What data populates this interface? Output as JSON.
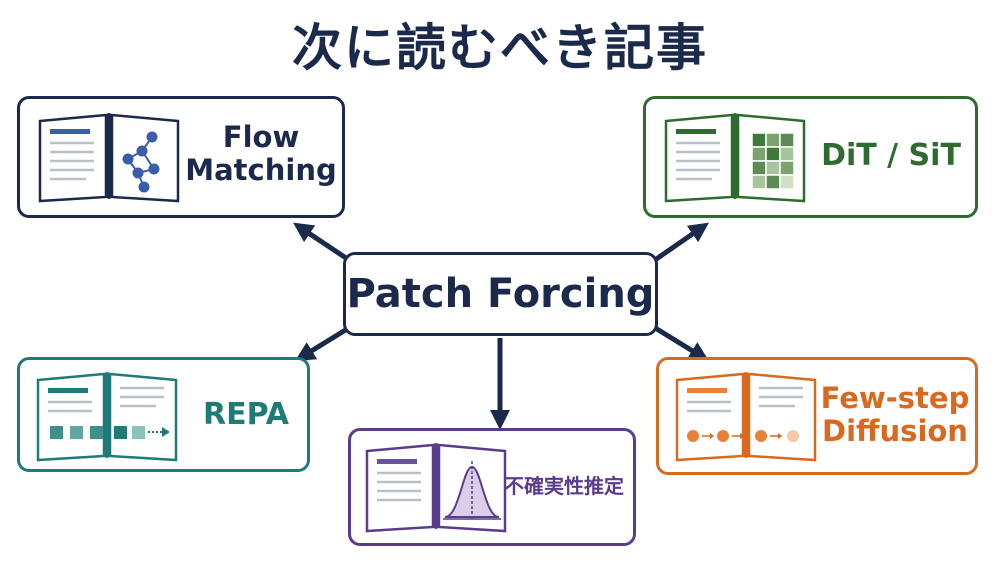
{
  "title": "次に読むべき記事",
  "center": {
    "label": "Patch Forcing"
  },
  "nodes": {
    "flow": {
      "line1": "Flow",
      "line2": "Matching",
      "color": "#1b2a4a",
      "accent": "#3a5fa8"
    },
    "dit": {
      "label": "DiT / SiT",
      "color": "#2f6b2f",
      "accent": "#5d8a55"
    },
    "repa": {
      "label": "REPA",
      "color": "#1f7a78",
      "accent": "#3f8f8a"
    },
    "uncertainty": {
      "label": "不確実性推定",
      "color": "#5b3c8c",
      "accent": "#6b52a0"
    },
    "fewstep": {
      "line1": "Few-step",
      "line2": "Diffusion",
      "color": "#d9691e",
      "accent": "#e9813a"
    }
  },
  "colors": {
    "arrow": "#1b2a4a",
    "book_line": "#b9bfc9"
  }
}
